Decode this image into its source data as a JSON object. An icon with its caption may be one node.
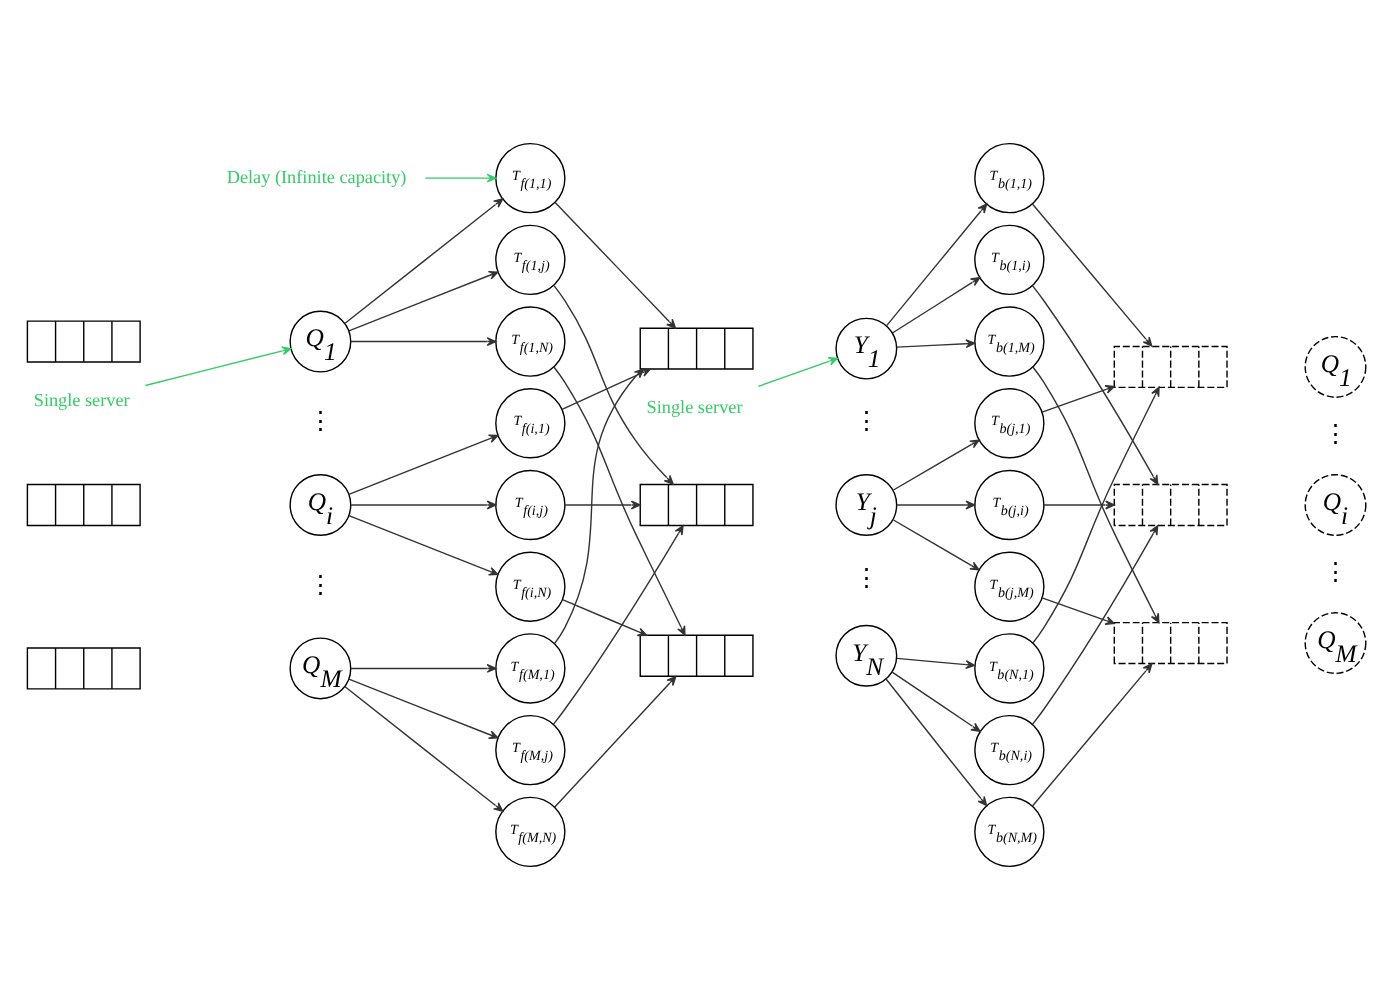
{
  "diagram": {
    "nodes": [
      {
        "text": [],
        "shape": "box"
      },
      {
        "text": [
          "Q$_{1}$"
        ]
      },
      {
        "text": [
          "Single server"
        ]
      },
      {
        "text": [],
        "shape": "box"
      },
      {
        "text": [
          "Q$_{i}$"
        ]
      },
      {
        "text": [],
        "shape": "box"
      },
      {
        "text": [
          "Q$_{M}$"
        ]
      },
      {
        "text": [
          "T$_{f(1,1)}$"
        ]
      },
      {
        "text": [
          "T$_{f(1,j)}$"
        ]
      },
      {
        "text": [
          "T$_{f(1,N)}$"
        ]
      },
      {
        "text": [
          "T$_{f(i,1)}$"
        ]
      },
      {
        "text": [
          "T$_{f(i,j)}$"
        ]
      },
      {
        "text": [
          "T$_{f(i,N)}$"
        ]
      },
      {
        "text": [
          "T$_{f(M,1)}$"
        ]
      },
      {
        "text": [
          "T$_{f(M,j)}$"
        ]
      },
      {
        "text": [
          "T$_{f(M,N)}$"
        ]
      },
      {
        "text": [
          "Delay (Infinite capacity)"
        ]
      },
      {
        "text": [],
        "shape": "box"
      },
      {
        "text": [
          "Y$_{1}$"
        ]
      },
      {
        "text": [
          "Single server"
        ]
      },
      {
        "text": [],
        "shape": "box"
      },
      {
        "text": [
          "Y$_{j}$"
        ]
      },
      {
        "text": [],
        "shape": "box"
      },
      {
        "text": [
          "Y$_{N}$"
        ]
      },
      {
        "text": [
          "T$_{b(1,1)}$"
        ]
      },
      {
        "text": [
          "T$_{b(1,i)}$"
        ]
      },
      {
        "text": [
          "T$_{b(1,M)}$"
        ]
      },
      {
        "text": [
          "T$_{b(j,1)}$"
        ]
      },
      {
        "text": [
          "T$_{b(j,i)}$"
        ]
      },
      {
        "text": [
          "T$_{b(j,M)}$"
        ]
      },
      {
        "text": [
          "T$_{b(N,1)}$"
        ]
      },
      {
        "text": [
          "T$_{b(N,i)}$"
        ]
      },
      {
        "text": [
          "T$_{b(N,M)}$"
        ]
      },
      {
        "text": [],
        "shape": "box"
      },
      {
        "text": [
          "Q$_{1}$"
        ]
      },
      {
        "text": [],
        "shape": "box"
      },
      {
        "text": [
          "Q$_{i}$"
        ]
      },
      {
        "text": [],
        "shape": "box"
      },
      {
        "text": [
          "Q$_{M}$"
        ]
      }
    ],
    "edges": [
      {
        "from": 1,
        "to": 7,
        "arrow": "to"
      },
      {
        "from": 1,
        "to": 8,
        "arrow": "to"
      },
      {
        "from": 1,
        "to": 9,
        "arrow": "to"
      },
      {
        "from": 4,
        "to": 10,
        "arrow": "to"
      },
      {
        "from": 4,
        "to": 11,
        "arrow": "to"
      },
      {
        "from": 4,
        "to": 12,
        "arrow": "to"
      },
      {
        "from": 6,
        "to": 13,
        "arrow": "to"
      },
      {
        "from": 6,
        "to": 14,
        "arrow": "to"
      },
      {
        "from": 6,
        "to": 15,
        "arrow": "to"
      },
      {
        "from": 7,
        "to": 17,
        "arrow": "to"
      },
      {
        "from": 8,
        "to": 20,
        "arrow": "to"
      },
      {
        "from": 9,
        "to": 22,
        "arrow": "to"
      },
      {
        "from": 10,
        "to": 17,
        "arrow": "to"
      },
      {
        "from": 11,
        "to": 20,
        "arrow": "to"
      },
      {
        "from": 12,
        "to": 22,
        "arrow": "to"
      },
      {
        "from": 13,
        "to": 17,
        "arrow": "to"
      },
      {
        "from": 14,
        "to": 20,
        "arrow": "to"
      },
      {
        "from": 15,
        "to": 22,
        "arrow": "to"
      },
      {
        "from": 18,
        "to": 24,
        "arrow": "to"
      },
      {
        "from": 18,
        "to": 25,
        "arrow": "to"
      },
      {
        "from": 18,
        "to": 26,
        "arrow": "to"
      },
      {
        "from": 21,
        "to": 27,
        "arrow": "to"
      },
      {
        "from": 21,
        "to": 28,
        "arrow": "to"
      },
      {
        "from": 21,
        "to": 29,
        "arrow": "to"
      },
      {
        "from": 23,
        "to": 30,
        "arrow": "to"
      },
      {
        "from": 23,
        "to": 31,
        "arrow": "to"
      },
      {
        "from": 23,
        "to": 32,
        "arrow": "to"
      },
      {
        "from": 24,
        "to": 33,
        "arrow": "to"
      },
      {
        "from": 25,
        "to": 35,
        "arrow": "to"
      },
      {
        "from": 26,
        "to": 37,
        "arrow": "to"
      },
      {
        "from": 27,
        "to": 33,
        "arrow": "to"
      },
      {
        "from": 28,
        "to": 35,
        "arrow": "to"
      },
      {
        "from": 29,
        "to": 37,
        "arrow": "to"
      },
      {
        "from": 30,
        "to": 33,
        "arrow": "to"
      },
      {
        "from": 31,
        "to": 35,
        "arrow": "to"
      },
      {
        "from": 32,
        "to": 37,
        "arrow": "to"
      },
      {
        "from": 2,
        "to": 1,
        "arrow": "to",
        "color": "#33cc66"
      },
      {
        "from": 16,
        "to": 7,
        "arrow": "to",
        "color": "#33cc66"
      },
      {
        "from": 19,
        "to": 18,
        "arrow": "to",
        "color": "#33cc66"
      }
    ],
    "labels": [
      "⋮",
      "⋮",
      "⋮",
      "⋮",
      "⋮",
      "⋮"
    ]
  }
}
